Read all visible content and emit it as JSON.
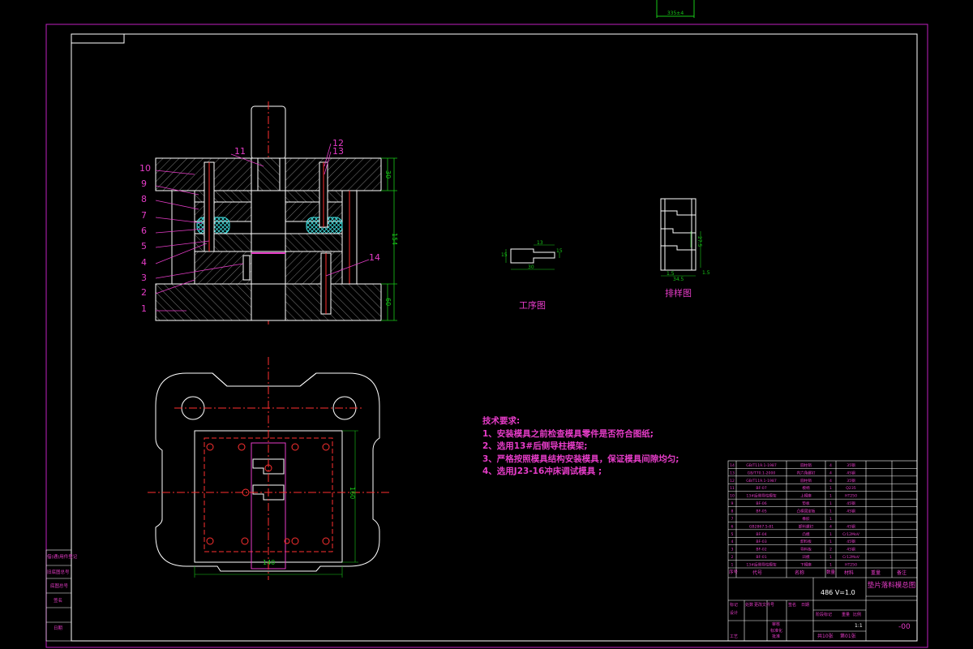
{
  "colors": {
    "frame": "#c020c0",
    "line": "#ffffff",
    "hatch": "#7a7a7a",
    "green": "#18c818",
    "red": "#ff3030",
    "magenta": "#e63cc8",
    "cyan": "#40e0e0",
    "blue": "#4060ff"
  },
  "top_dimension": "335±4",
  "section_view": {
    "part_numbers": [
      "10",
      "9",
      "8",
      "7",
      "6",
      "5",
      "4",
      "3",
      "2",
      "1"
    ],
    "top_numbers": [
      "11",
      "12",
      "13"
    ],
    "side_number": "14",
    "dim_labels": [
      "30",
      "154",
      "60"
    ]
  },
  "process_view": {
    "title": "工序图",
    "dims": [
      "15",
      "13",
      "30",
      "15"
    ]
  },
  "layout_view": {
    "title": "排样图",
    "dims": [
      "1.5",
      "34.5",
      "27.5",
      "1.5"
    ]
  },
  "plan_view": {
    "width_dim": "140",
    "height_dim": "160"
  },
  "tech_requirements": {
    "heading": "技术要求:",
    "items": [
      "1、安装模具之前检查模具零件是否符合图纸;",
      "2、选用13#后侧导柱模架;",
      "3、严格按照模具结构安装模具，保证模具间隙均匀;",
      "4、选用J23-16冲床调试模具 ;"
    ]
  },
  "title_block": {
    "drawing_name": "垫片落料模总图",
    "drawing_no": "-00",
    "version": "486 V=1.0",
    "sheet_info": [
      "共10张",
      "第01张"
    ],
    "scale": "1:1",
    "header_cols": [
      "序号",
      "代号",
      "名称",
      "数量",
      "材料",
      "重量",
      "备注"
    ],
    "sign_rows": [
      "标记",
      "处数",
      "更改文件号",
      "签名",
      "日期",
      "设计",
      "审核",
      "工艺",
      "标准化",
      "批准"
    ],
    "stage_cols": [
      "阶段标记",
      "重量",
      "比例"
    ]
  },
  "bom": [
    {
      "no": "14",
      "code": "GB/T119.1-1987",
      "name": "圆柱销",
      "qty": "4",
      "mat": "35钢"
    },
    {
      "no": "13",
      "code": "GB/T70.1-2000",
      "name": "内六角螺钉",
      "qty": "4",
      "mat": "45钢"
    },
    {
      "no": "12",
      "code": "GB/T119.1-1987",
      "name": "圆柱销",
      "qty": "4",
      "mat": "35钢"
    },
    {
      "no": "11",
      "code": "BF-07",
      "name": "模柄",
      "qty": "1",
      "mat": "Q235"
    },
    {
      "no": "10",
      "code": "13#后侧导柱模架",
      "name": "上模座",
      "qty": "1",
      "mat": "HT250"
    },
    {
      "no": "9",
      "code": "BF-06",
      "name": "垫板",
      "qty": "1",
      "mat": "45钢"
    },
    {
      "no": "8",
      "code": "BF-05",
      "name": "凸模固定板",
      "qty": "1",
      "mat": "45钢"
    },
    {
      "no": "7",
      "code": "",
      "name": "橡胶",
      "qty": "1",
      "mat": ""
    },
    {
      "no": "6",
      "code": "GB2867.5-81",
      "name": "卸料螺钉",
      "qty": "4",
      "mat": "45钢"
    },
    {
      "no": "5",
      "code": "BF-04",
      "name": "凸模",
      "qty": "1",
      "mat": "Cr12MoV"
    },
    {
      "no": "4",
      "code": "BF-03",
      "name": "卸料板",
      "qty": "1",
      "mat": "45钢"
    },
    {
      "no": "3",
      "code": "BF-02",
      "name": "导料板",
      "qty": "2",
      "mat": "45钢"
    },
    {
      "no": "2",
      "code": "BF-01",
      "name": "凹模",
      "qty": "1",
      "mat": "Cr12MoV"
    },
    {
      "no": "1",
      "code": "13#后侧导柱模架",
      "name": "下模座",
      "qty": "1",
      "mat": "HT250"
    }
  ],
  "left_strip": [
    "借(通)用件登记",
    "旧底图总号",
    "底图总号",
    "签名",
    "日期"
  ]
}
